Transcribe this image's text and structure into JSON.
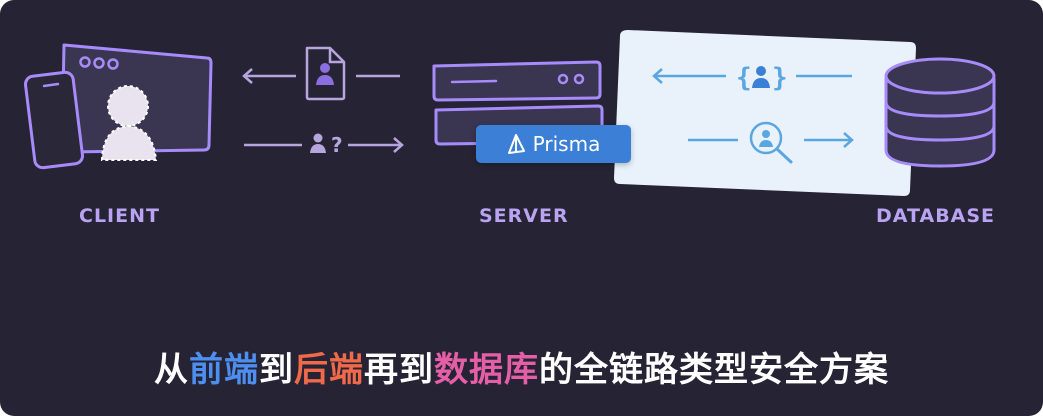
{
  "labels": {
    "client": "CLIENT",
    "server": "SERVER",
    "database": "DATABASE"
  },
  "badge": {
    "text": "Prisma",
    "icon": "prisma-triangle-icon"
  },
  "symbols": {
    "question": "?",
    "braces_left": "{",
    "braces_right": "}"
  },
  "caption": {
    "parts": [
      {
        "text": "从",
        "color": "#ffffff"
      },
      {
        "text": "前端",
        "color": "#4d8ff0"
      },
      {
        "text": "到",
        "color": "#ffffff"
      },
      {
        "text": "后端",
        "color": "#f06a4a"
      },
      {
        "text": "再到",
        "color": "#ffffff"
      },
      {
        "text": "数据库",
        "color": "#e45fa8"
      },
      {
        "text": "的全链路类型安全方案",
        "color": "#ffffff"
      }
    ]
  },
  "colors": {
    "background": "#262434",
    "outline_purple": "#a78bfa",
    "label_purple": "#b9a3f2",
    "panel_light": "#e9f2fb",
    "accent_blue": "#5aa6e0",
    "badge_blue": "#3b7fd6"
  }
}
